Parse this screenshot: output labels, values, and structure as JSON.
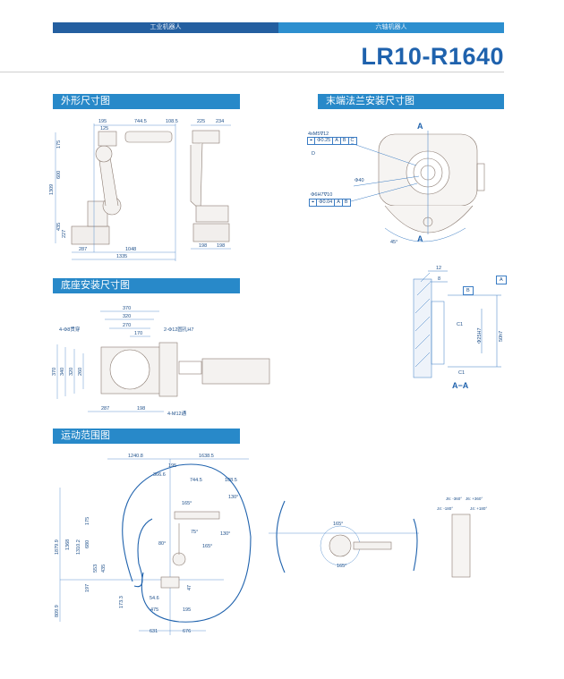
{
  "header": {
    "left_tab": "工业机器人",
    "right_tab": "六轴机器人",
    "model": "LR10-R1640"
  },
  "sections": {
    "outline": "外形尺寸图",
    "flange": "末端法兰安装尺寸图",
    "base": "底座安装尺寸图",
    "motion": "运动范围图"
  },
  "colors": {
    "dark_blue": "#245fa0",
    "accent": "#2889c9",
    "title": "#1f62ad"
  },
  "outline": {
    "top": [
      "195",
      "744.5",
      "108.5",
      "125"
    ],
    "left": [
      "175",
      "600",
      "1309",
      "435",
      "227"
    ],
    "bottom": [
      "287",
      "1048",
      "1335"
    ],
    "side_top": [
      "225",
      "234"
    ],
    "side_bottom": [
      "198",
      "198"
    ]
  },
  "flange": {
    "thread": "4xM5∇12",
    "fcf1": [
      "⌖",
      "Φ0.25",
      "A",
      "B",
      "C"
    ],
    "datum_d": "D",
    "dia40": "Φ40",
    "hole": "Φ6H7∇10",
    "fcf2": [
      "⌖",
      "Φ0.04",
      "A",
      "B"
    ],
    "angle": "45°",
    "section_mark": "A"
  },
  "section_aa": {
    "dims": [
      "12",
      "8"
    ],
    "datum_b": "B",
    "datum_a": "A",
    "chamfer1": "C1",
    "chamfer2": "C1",
    "bore": "Φ25H7",
    "spigot": "50h7",
    "label": "A−A"
  },
  "base": {
    "top": [
      "370",
      "320",
      "270",
      "170"
    ],
    "holes_through": "4-Φ8贯穿",
    "pin_holes": "2-Φ12圆孔H7",
    "left": [
      "370",
      "340",
      "320",
      "260"
    ],
    "bottom": [
      "287",
      "198"
    ],
    "threads": "4-M12通"
  },
  "motion": {
    "top": [
      "1240.8",
      "1638.5",
      "195",
      "366.6",
      "744.5",
      "108.5"
    ],
    "angles": [
      "130°",
      "165°",
      "75°",
      "80°",
      "130°",
      "165°"
    ],
    "left": [
      "1879.9",
      "1368",
      "1310.2",
      "175",
      "680",
      "553",
      "435",
      "197",
      "809.9"
    ],
    "inner": [
      "173.3",
      "54.6",
      "475",
      "195",
      "47"
    ],
    "bottom": [
      "631",
      "676"
    ],
    "top_view": [
      "165°",
      "165°"
    ],
    "joints": [
      "J6: -360°",
      "J6: +360°",
      "J4: -180°",
      "J4: +180°"
    ]
  }
}
